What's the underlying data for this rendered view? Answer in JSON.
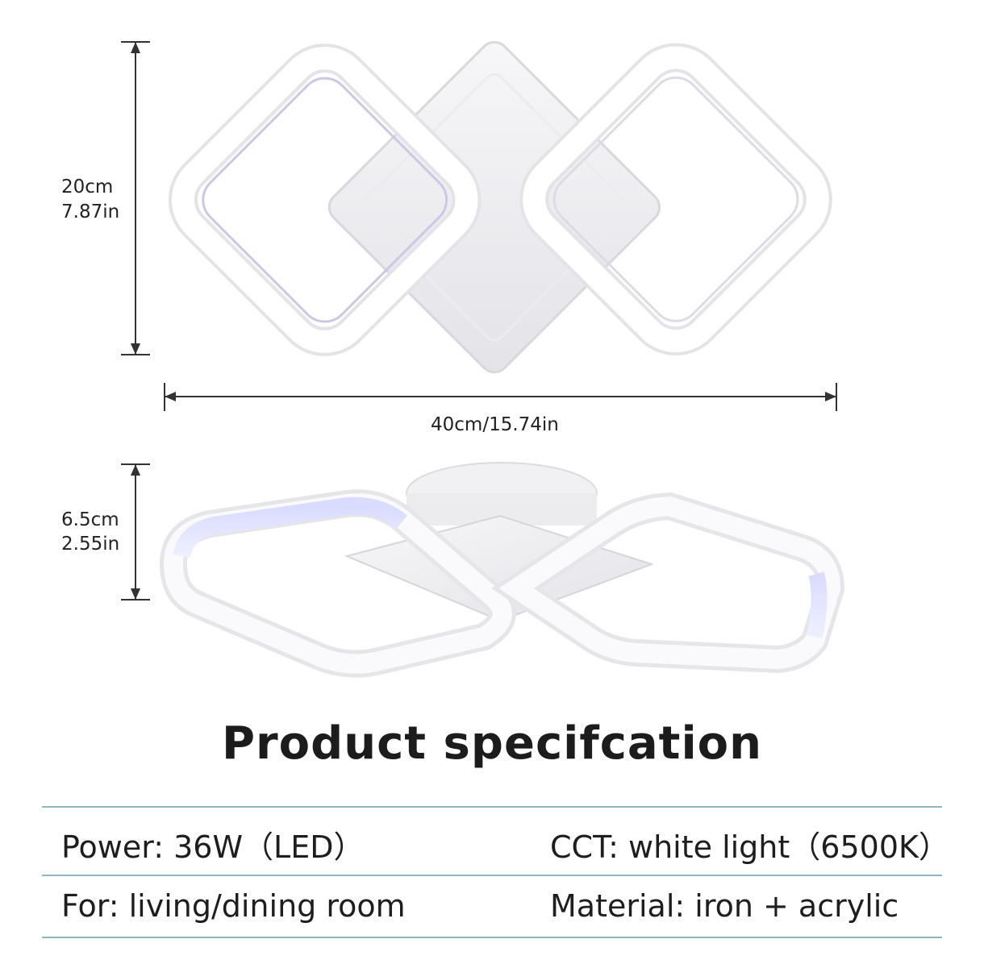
{
  "dimensions": {
    "height_cm": "20cm",
    "height_in": "7.87in",
    "width": "40cm/15.74in",
    "depth_cm": "6.5cm",
    "depth_in": "2.55in"
  },
  "title": "Product specifcation",
  "specs": {
    "power": "Power: 36W（LED）",
    "cct": "CCT: white light（6500K）",
    "usage": "For: living/dining room",
    "material": "Material: iron + acrylic"
  }
}
